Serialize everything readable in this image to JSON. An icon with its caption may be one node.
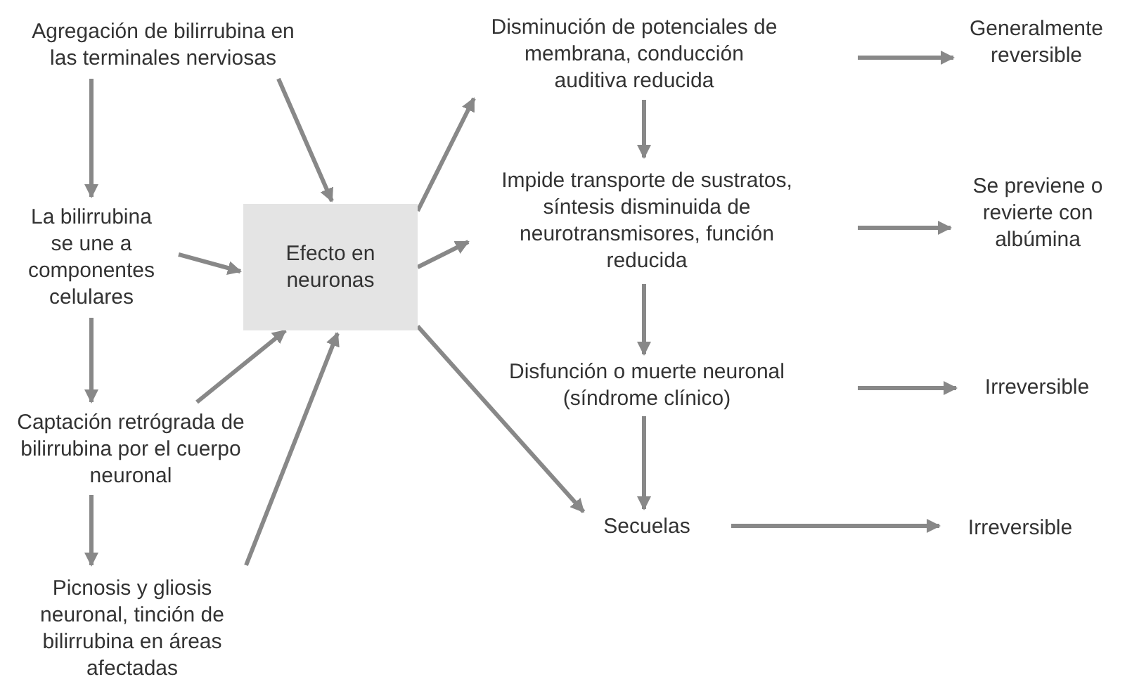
{
  "diagram": {
    "nodes": [
      {
        "text": [
          "Agregación de bilirrubina en las terminales nerviosas"
        ]
      },
      {
        "text": [
          "La bilirrubina se une a componentes celulares"
        ]
      },
      {
        "text": [
          "Captación retrógrada de bilirrubina por el cuerpo neuronal"
        ]
      },
      {
        "text": [
          "Picnosis y gliosis neuronal, tinción de bilirrubina en áreas afectadas"
        ]
      },
      {
        "text": [
          "Efecto en neuronas"
        ]
      },
      {
        "text": [
          "Disminución de potenciales de membrana, conducción auditiva reducida"
        ]
      },
      {
        "text": [
          "Impide transporte de sustratos, síntesis disminuida de neurotransmisores, función reducida"
        ]
      },
      {
        "text": [
          "Disfunción o muerte neuronal (síndrome clínico)"
        ]
      },
      {
        "text": [
          "Secuelas"
        ]
      },
      {
        "text": [
          "Generalmente reversible"
        ]
      },
      {
        "text": [
          "Se previene o revierte con albúmina"
        ]
      },
      {
        "text": [
          "Irreversible"
        ]
      },
      {
        "text": [
          "Irreversible"
        ]
      }
    ],
    "edges": [
      {
        "from": 0,
        "to": 1,
        "arrow": "to"
      },
      {
        "from": 1,
        "to": 2,
        "arrow": "to"
      },
      {
        "from": 2,
        "to": 3,
        "arrow": "to"
      },
      {
        "from": 0,
        "to": 4,
        "arrow": "to"
      },
      {
        "from": 1,
        "to": 4,
        "arrow": "to"
      },
      {
        "from": 2,
        "to": 4,
        "arrow": "to"
      },
      {
        "from": 3,
        "to": 4,
        "arrow": "to"
      },
      {
        "from": 4,
        "to": 5,
        "arrow": "to"
      },
      {
        "from": 4,
        "to": 6,
        "arrow": "to"
      },
      {
        "from": 4,
        "to": 8,
        "arrow": "to"
      },
      {
        "from": 5,
        "to": 6,
        "arrow": "to"
      },
      {
        "from": 6,
        "to": 7,
        "arrow": "to"
      },
      {
        "from": 7,
        "to": 8,
        "arrow": "to"
      },
      {
        "from": 5,
        "to": 9,
        "arrow": "to"
      },
      {
        "from": 6,
        "to": 10,
        "arrow": "to"
      },
      {
        "from": 7,
        "to": 11,
        "arrow": "to"
      },
      {
        "from": 8,
        "to": 12,
        "arrow": "to"
      }
    ]
  }
}
